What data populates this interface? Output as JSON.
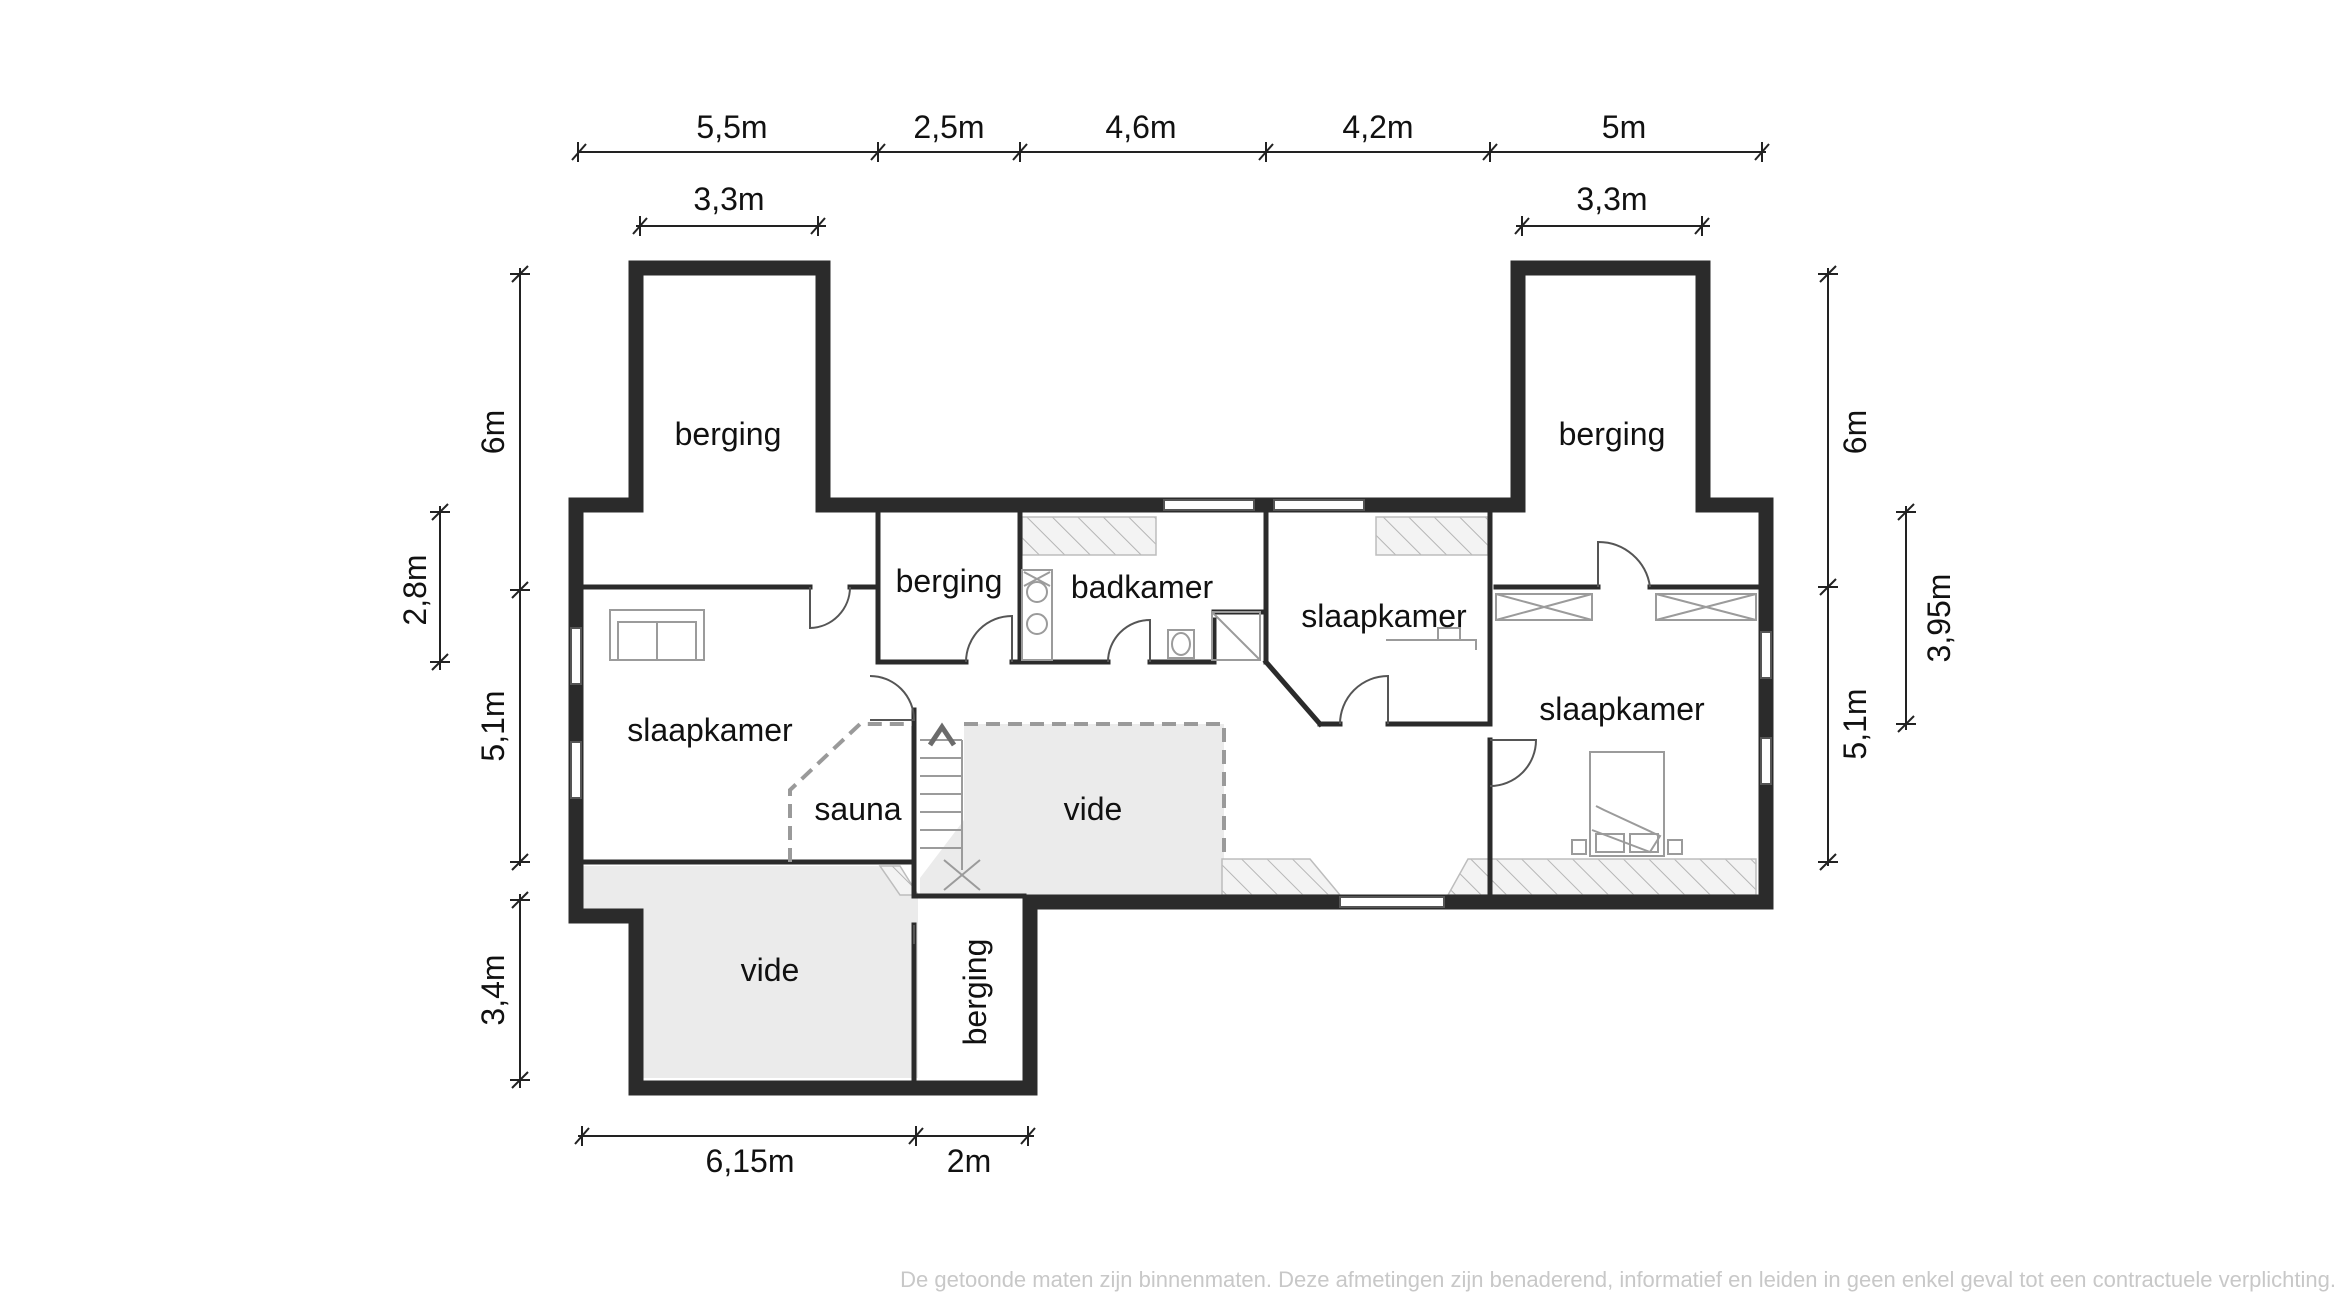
{
  "rooms": {
    "berging_top_left": "berging",
    "berging_top_right": "berging",
    "berging_small": "berging",
    "badkamer": "badkamer",
    "slaapkamer_left": "slaapkamer",
    "slaapkamer_middle": "slaapkamer",
    "slaapkamer_right": "slaapkamer",
    "sauna": "sauna",
    "vide_center": "vide",
    "vide_bottom": "vide",
    "berging_bottom": "berging"
  },
  "dimensions": {
    "top_1": "5,5m",
    "top_2": "2,5m",
    "top_3": "4,6m",
    "top_4": "4,2m",
    "top_5": "5m",
    "wing_left": "3,3m",
    "wing_right": "3,3m",
    "left_top": "6m",
    "left_inner": "2,8m",
    "left_middle": "5,1m",
    "left_bottom": "3,4m",
    "right_top": "6m",
    "right_middle": "5,1m",
    "right_inner": "3,95m",
    "bottom_1": "6,15m",
    "bottom_2": "2m"
  },
  "disclaimer": "De getoonde maten zijn binnenmaten. Deze afmetingen zijn benaderend, informatief en leiden in geen enkel geval tot een contractuele verplichting."
}
